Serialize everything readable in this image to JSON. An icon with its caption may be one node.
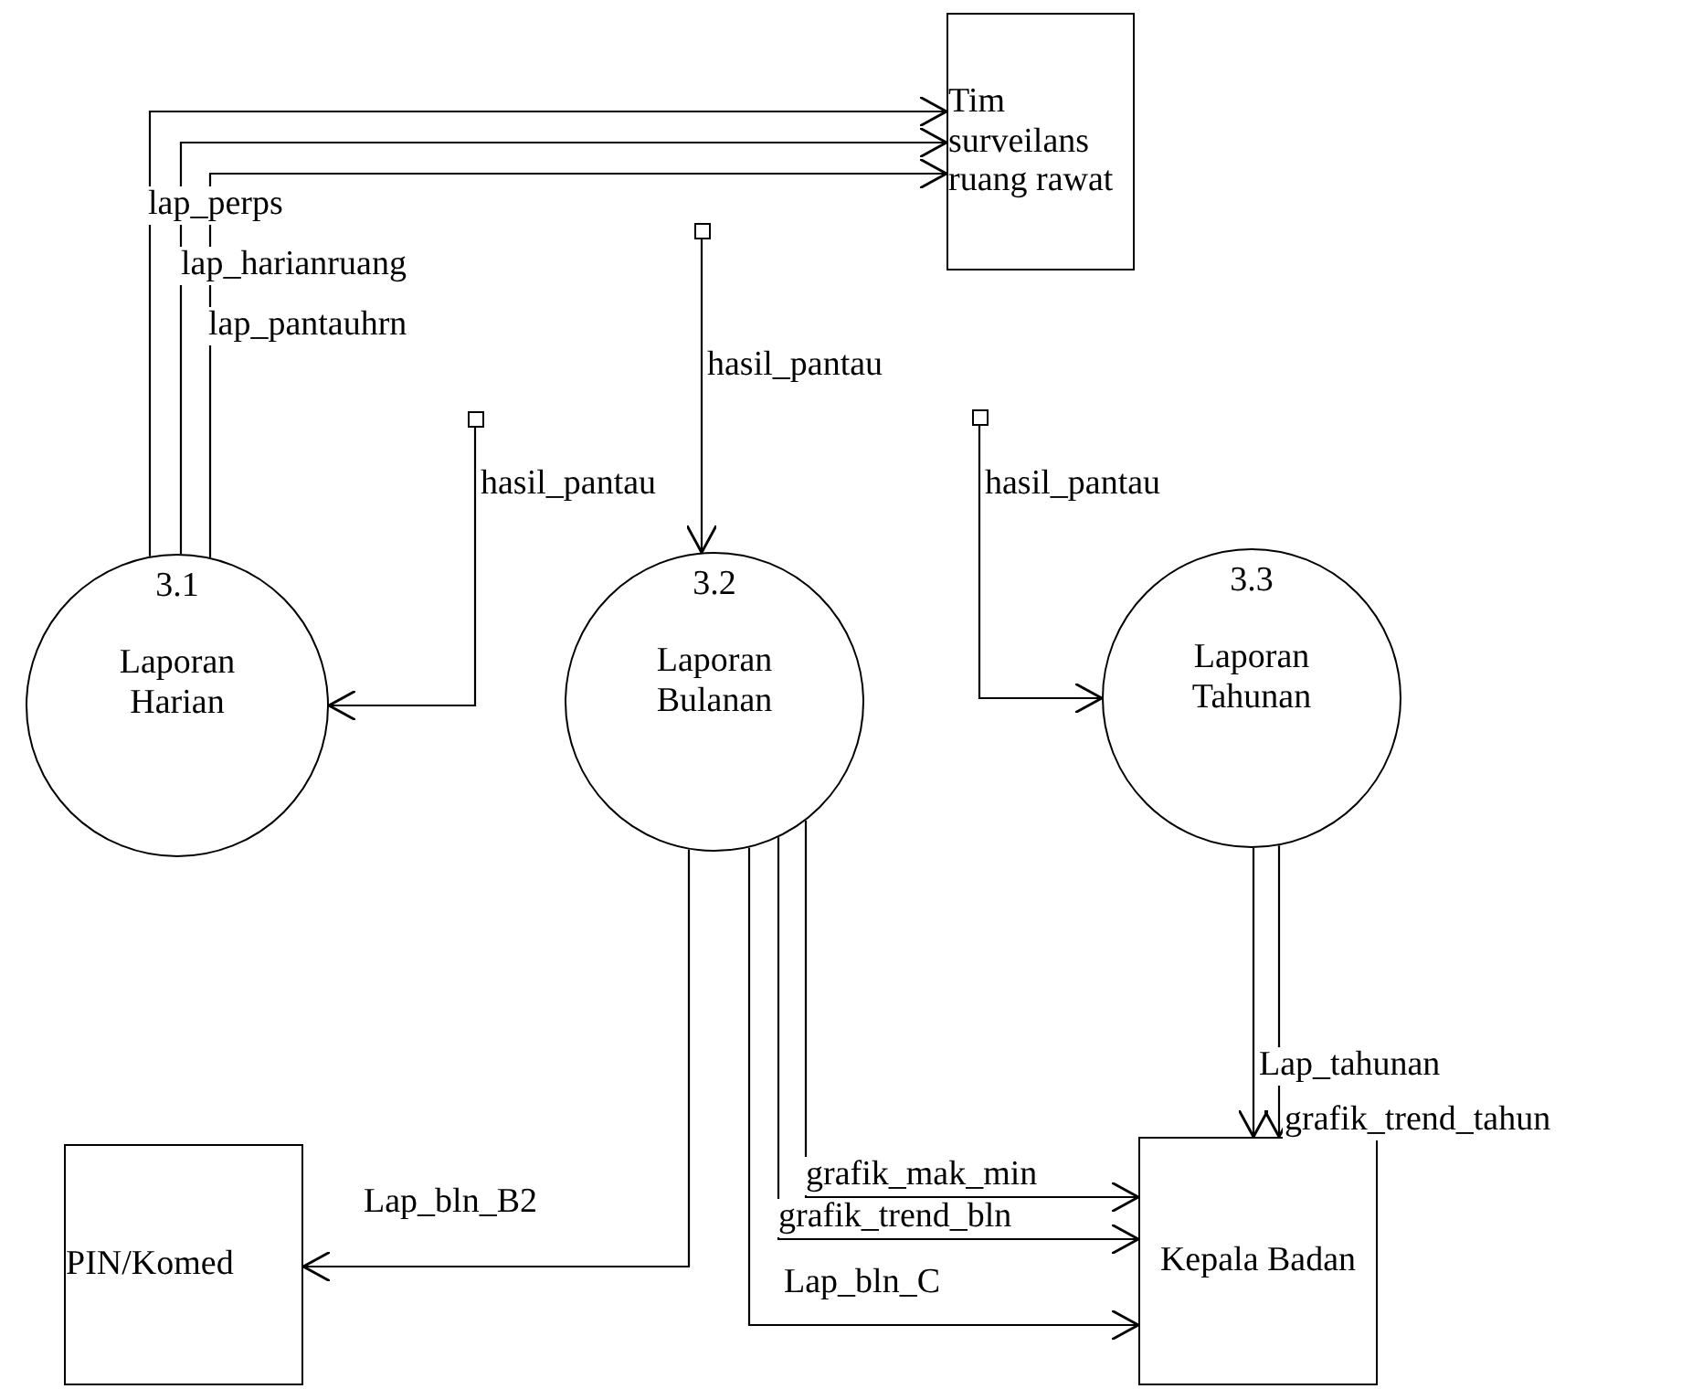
{
  "diagram": {
    "nodes": [
      {
        "text": [
          "Tim surveilans ruang rawat"
        ]
      },
      {
        "text": [],
        "shape": "box"
      },
      {
        "text": [],
        "shape": "box"
      },
      {
        "text": [],
        "shape": "box"
      },
      {
        "text": [
          "3.1",
          "Laporan Harian"
        ]
      },
      {
        "text": [
          "3.2",
          "Laporan Bulanan"
        ]
      },
      {
        "text": [
          "3.3",
          "Laporan Tahunan"
        ]
      },
      {
        "text": [
          "PIN/Komed"
        ]
      },
      {
        "text": [
          "Kepala Badan"
        ]
      }
    ],
    "edges": [
      {
        "from": 4,
        "to": 0,
        "arrow": "to",
        "label": "lap_perps"
      },
      {
        "from": 4,
        "to": 0,
        "arrow": "to",
        "label": "lap_harianruang"
      },
      {
        "from": 4,
        "to": 0,
        "arrow": "to",
        "label": "lap_pantauhrn"
      },
      {
        "from": 1,
        "to": 5,
        "arrow": "to",
        "label": "hasil_pantau"
      },
      {
        "from": 2,
        "to": 4,
        "arrow": "to",
        "label": "hasil_pantau"
      },
      {
        "from": 3,
        "to": 6,
        "arrow": "to",
        "label": "hasil_pantau"
      },
      {
        "from": 5,
        "to": 7,
        "arrow": "to",
        "label": "Lap_bln_B2"
      },
      {
        "from": 5,
        "to": 8,
        "arrow": "to",
        "label": "grafik_mak_min"
      },
      {
        "from": 5,
        "to": 8,
        "arrow": "to",
        "label": "grafik_trend_bln"
      },
      {
        "from": 5,
        "to": 8,
        "arrow": "to",
        "label": "Lap_bln_C"
      },
      {
        "from": 6,
        "to": 8,
        "arrow": "to",
        "label": "Lap_tahunan"
      },
      {
        "from": 6,
        "to": 8,
        "arrow": "to",
        "label": "grafik_trend_tahun"
      }
    ]
  }
}
